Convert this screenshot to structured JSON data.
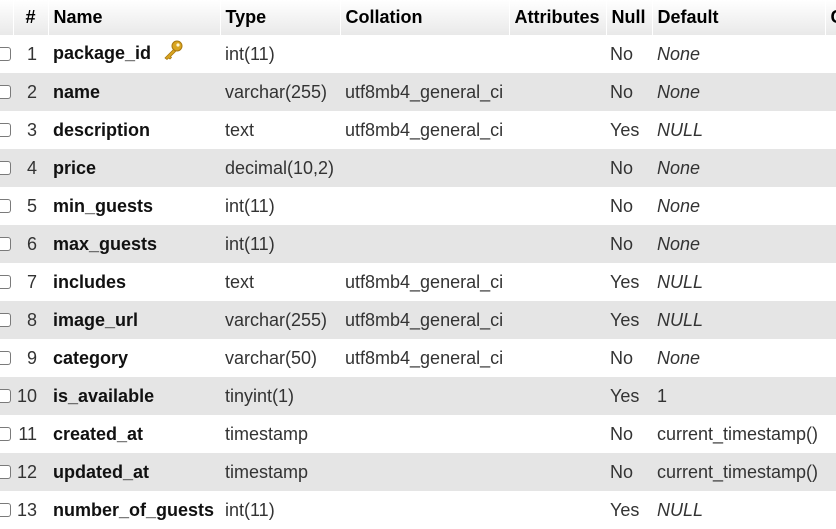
{
  "columns_header": {
    "num": "#",
    "name": "Name",
    "type": "Type",
    "collation": "Collation",
    "attributes": "Attributes",
    "null": "Null",
    "default": "Default",
    "comments_partial": "C"
  },
  "rows": [
    {
      "num": "1",
      "name": "package_id",
      "type": "int(11)",
      "collation": "",
      "attributes": "",
      "null": "No",
      "default": "None",
      "default_italic": true,
      "primary_key": true
    },
    {
      "num": "2",
      "name": "name",
      "type": "varchar(255)",
      "collation": "utf8mb4_general_ci",
      "attributes": "",
      "null": "No",
      "default": "None",
      "default_italic": true
    },
    {
      "num": "3",
      "name": "description",
      "type": "text",
      "collation": "utf8mb4_general_ci",
      "attributes": "",
      "null": "Yes",
      "default": "NULL",
      "default_italic": true
    },
    {
      "num": "4",
      "name": "price",
      "type": "decimal(10,2)",
      "collation": "",
      "attributes": "",
      "null": "No",
      "default": "None",
      "default_italic": true
    },
    {
      "num": "5",
      "name": "min_guests",
      "type": "int(11)",
      "collation": "",
      "attributes": "",
      "null": "No",
      "default": "None",
      "default_italic": true
    },
    {
      "num": "6",
      "name": "max_guests",
      "type": "int(11)",
      "collation": "",
      "attributes": "",
      "null": "No",
      "default": "None",
      "default_italic": true
    },
    {
      "num": "7",
      "name": "includes",
      "type": "text",
      "collation": "utf8mb4_general_ci",
      "attributes": "",
      "null": "Yes",
      "default": "NULL",
      "default_italic": true
    },
    {
      "num": "8",
      "name": "image_url",
      "type": "varchar(255)",
      "collation": "utf8mb4_general_ci",
      "attributes": "",
      "null": "Yes",
      "default": "NULL",
      "default_italic": true
    },
    {
      "num": "9",
      "name": "category",
      "type": "varchar(50)",
      "collation": "utf8mb4_general_ci",
      "attributes": "",
      "null": "No",
      "default": "None",
      "default_italic": true
    },
    {
      "num": "10",
      "name": "is_available",
      "type": "tinyint(1)",
      "collation": "",
      "attributes": "",
      "null": "Yes",
      "default": "1",
      "default_italic": false
    },
    {
      "num": "11",
      "name": "created_at",
      "type": "timestamp",
      "collation": "",
      "attributes": "",
      "null": "No",
      "default": "current_timestamp()",
      "default_italic": false
    },
    {
      "num": "12",
      "name": "updated_at",
      "type": "timestamp",
      "collation": "",
      "attributes": "",
      "null": "No",
      "default": "current_timestamp()",
      "default_italic": false
    },
    {
      "num": "13",
      "name": "number_of_guests",
      "type": "int(11)",
      "collation": "",
      "attributes": "",
      "null": "Yes",
      "default": "NULL",
      "default_italic": true
    }
  ],
  "icons": {
    "primary_key": "key-icon",
    "row_select": "checkbox-icon"
  },
  "colors": {
    "row_alt": "#e5e5e5",
    "header_bg": "#e9e9e9",
    "key_gold": "#d9a520"
  }
}
